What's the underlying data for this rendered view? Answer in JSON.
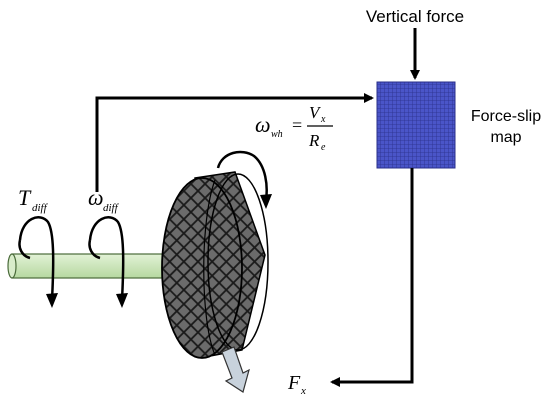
{
  "labels": {
    "vertical_force": "Vertical force",
    "force_slip_map_line1": "Force-slip",
    "force_slip_map_line2": "map",
    "torque_symbol": "T",
    "torque_subscript": "diff",
    "omega_diff_symbol": "ω",
    "omega_diff_subscript": "diff",
    "omega_wh_symbol": "ω",
    "omega_wh_subscript": "wh",
    "equals": "=",
    "numerator_symbol": "V",
    "numerator_subscript": "x",
    "denominator_symbol": "R",
    "denominator_subscript": "e",
    "force_symbol": "F",
    "force_subscript": "x"
  },
  "colors": {
    "map_fill": "#4a55c8",
    "map_grid": "#2a2f8a",
    "shaft_fill": "#cfe8c0",
    "wheel_fill": "#6b6b6b",
    "arrow": "#000000",
    "force_arrow_fill": "#c8d2dc"
  },
  "icons": {
    "map": "grid-square",
    "wheel": "cross-hatched-tire",
    "shaft": "cylinder"
  }
}
